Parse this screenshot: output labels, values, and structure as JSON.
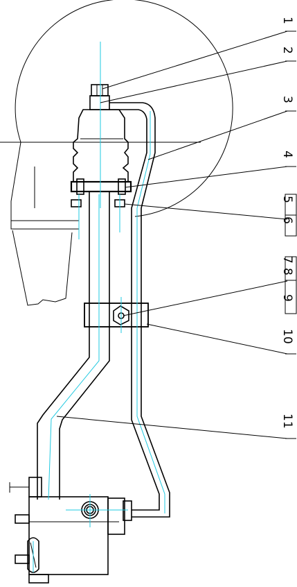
{
  "callouts": [
    {
      "id": "c1",
      "label": "1"
    },
    {
      "id": "c2",
      "label": "2"
    },
    {
      "id": "c3",
      "label": "3"
    },
    {
      "id": "c4",
      "label": "4"
    },
    {
      "id": "c5",
      "label": "5"
    },
    {
      "id": "c6",
      "label": "6"
    },
    {
      "id": "c7",
      "label": "7"
    },
    {
      "id": "c8",
      "label": "8"
    },
    {
      "id": "c9",
      "label": "9"
    },
    {
      "id": "c10",
      "label": "10"
    },
    {
      "id": "c11",
      "label": "11"
    }
  ],
  "colors": {
    "line": "#000000",
    "centerline": "#1ec8e0",
    "background": "#ffffff"
  }
}
